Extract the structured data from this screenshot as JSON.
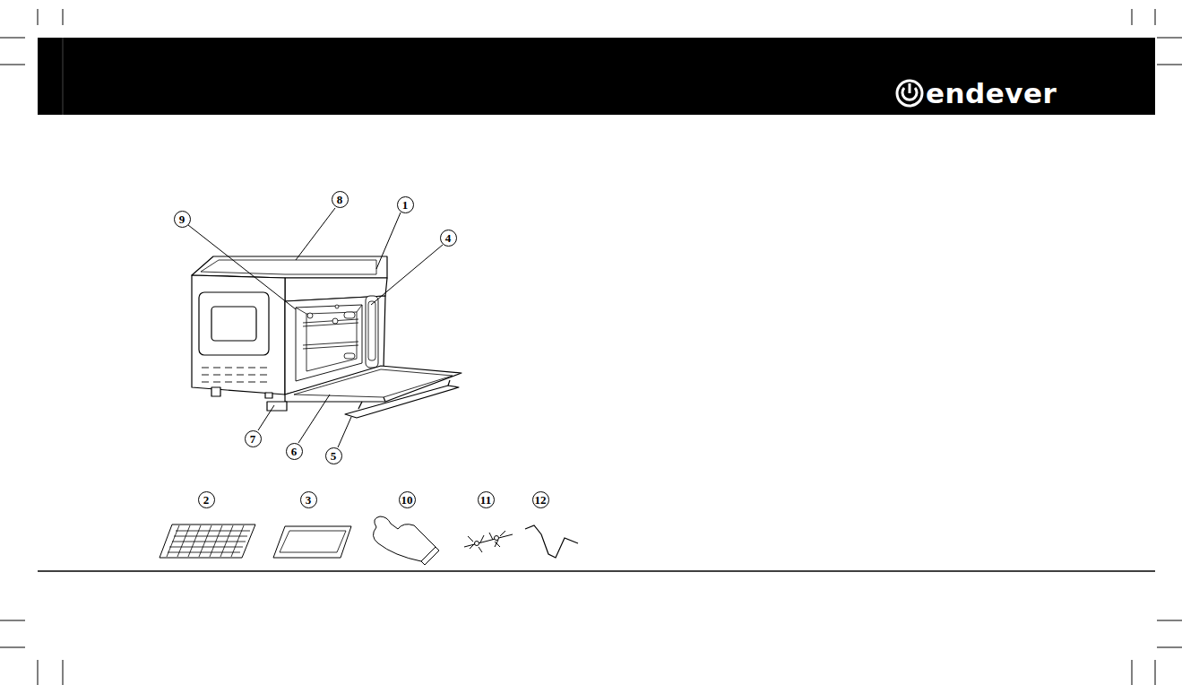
{
  "diagram": {
    "nodes": [
      {
        "text": [
          "8"
        ]
      },
      {
        "text": [
          "1"
        ]
      },
      {
        "text": [
          "9"
        ]
      },
      {
        "text": [
          "4"
        ]
      },
      {
        "text": [
          "7"
        ]
      },
      {
        "text": [
          "6"
        ]
      },
      {
        "text": [
          "5"
        ]
      },
      {
        "text": [
          "2"
        ]
      },
      {
        "text": [
          "3"
        ]
      },
      {
        "text": [
          "10"
        ]
      },
      {
        "text": [
          "11"
        ]
      },
      {
        "text": [
          "12"
        ]
      }
    ],
    "labels": [
      "endever"
    ]
  }
}
